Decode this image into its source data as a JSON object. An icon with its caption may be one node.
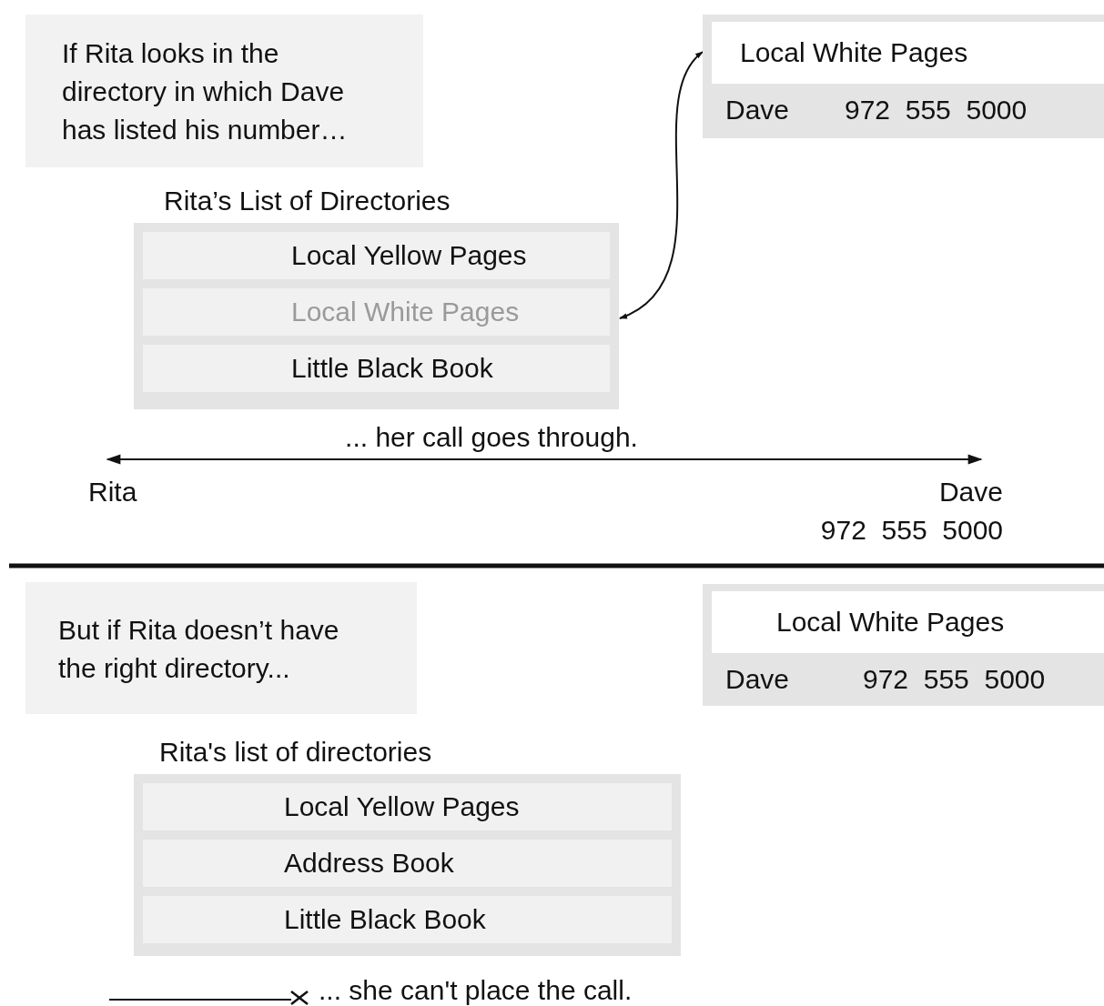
{
  "diagram": {
    "nodes": [
      {
        "text": [
          "If Rita looks in the directory in which Dave has listed his number…"
        ]
      },
      {
        "text": [
          "Local White Pages",
          "Dave",
          "972  555  5000"
        ]
      },
      {
        "text": [
          "Rita’s List of Directories"
        ]
      },
      {
        "text": [
          "Local Yellow Pages"
        ],
        "in": 2
      },
      {
        "text": [
          "Local White Pages"
        ],
        "in": 2
      },
      {
        "text": [
          "Little Black Book"
        ],
        "in": 2
      },
      {
        "text": [
          "Rita"
        ]
      },
      {
        "text": [
          "Dave",
          "972  555  5000"
        ]
      },
      {
        "text": [
          "But if Rita doesn’t have the right directory..."
        ]
      },
      {
        "text": [
          "Local White Pages",
          "Dave",
          "972  555  5000"
        ]
      },
      {
        "text": [
          "Rita's list of directories"
        ]
      },
      {
        "text": [
          "Local Yellow Pages"
        ],
        "in": 10
      },
      {
        "text": [
          "Address Book"
        ],
        "in": 10
      },
      {
        "text": [
          "Little Black Book"
        ],
        "in": 10
      }
    ],
    "edges": [
      {
        "from": 4,
        "to": 1,
        "arrow": "both"
      },
      {
        "from": 6,
        "to": 7,
        "arrow": "both",
        "label": "... her call goes through."
      }
    ],
    "labels": [
      "... she can't place the call."
    ]
  }
}
